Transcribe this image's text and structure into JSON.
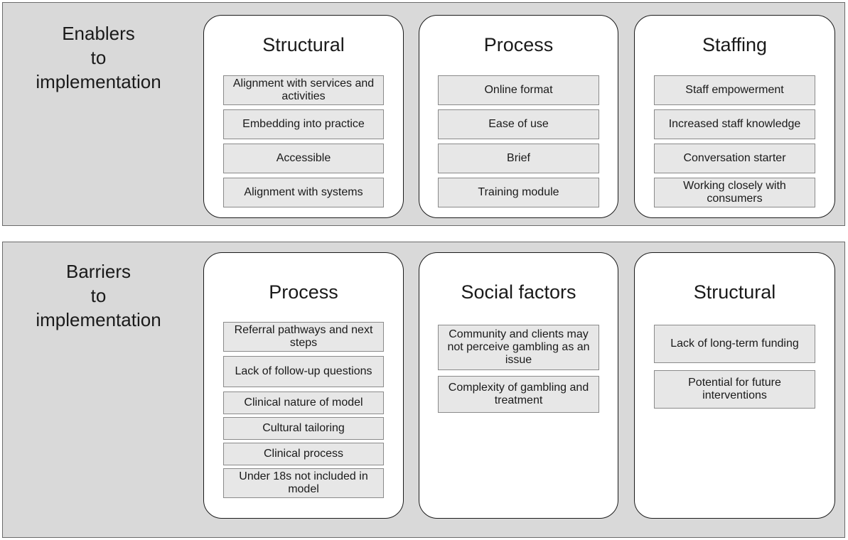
{
  "enablers": {
    "title_lines": [
      "Enablers",
      "to",
      "implementation"
    ],
    "columns": [
      {
        "title": "Structural",
        "items": [
          "Alignment with services and activities",
          "Embedding into practice",
          "Accessible",
          "Alignment with systems"
        ]
      },
      {
        "title": "Process",
        "items": [
          "Online format",
          "Ease of use",
          "Brief",
          "Training module"
        ]
      },
      {
        "title": "Staffing",
        "items": [
          "Staff empowerment",
          "Increased staff knowledge",
          "Conversation starter",
          "Working closely with consumers"
        ]
      }
    ]
  },
  "barriers": {
    "title_lines": [
      "Barriers",
      "to",
      "implementation"
    ],
    "columns": [
      {
        "title": "Process",
        "items": [
          "Referral pathways and next steps",
          "Lack of follow-up questions",
          "Clinical nature of model",
          "Cultural tailoring",
          "Clinical process",
          "Under 18s not included in model"
        ]
      },
      {
        "title": "Social factors",
        "items": [
          "Community and clients may not perceive gambling as an issue",
          "Complexity of gambling and treatment"
        ]
      },
      {
        "title": "Structural",
        "items": [
          "Lack of long-term funding",
          "Potential for future interventions"
        ]
      }
    ]
  }
}
